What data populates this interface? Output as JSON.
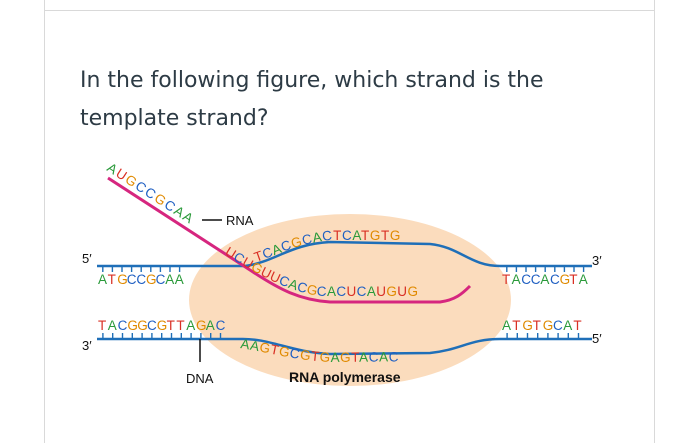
{
  "question": {
    "text": "In the following figure, which strand is the template strand?"
  },
  "figure": {
    "labels": {
      "rna": "RNA",
      "dna": "DNA",
      "rna_polymerase": "RNA polymerase",
      "top_left_end": "5′",
      "top_right_end": "3′",
      "bottom_left_end": "3′",
      "bottom_right_end": "5′"
    },
    "sequences": {
      "rna_exit": "AUGCCGCAA",
      "rna_transcribed": "UCUGUUCACGCACUCAUGUG",
      "coding_left": "ATGCCGCAA",
      "coding_bubble": "TCACGCACTCATGTG",
      "coding_right": "TACCACGTA",
      "template_left": "TACGGCGTTAGAC",
      "template_bubble": "AAGTGCGTGAGTACAC",
      "template_right": "ATGTGCAT"
    },
    "colors": {
      "bubble": "#fbdcbd",
      "backbone": "#1f6fb8",
      "rna_strand": "#d6267f",
      "A": "#2a9a3a",
      "T": "#d93025",
      "U": "#d93025",
      "G": "#e08a00",
      "C": "#1f5fc2"
    }
  }
}
